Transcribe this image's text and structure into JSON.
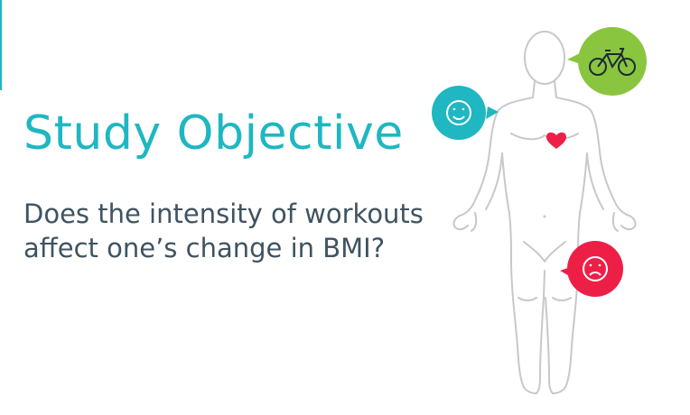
{
  "slide": {
    "title": "Study Objective",
    "question_lines": [
      "Does the intensity of workouts",
      "affect one’s change in BMI?"
    ]
  },
  "icons": {
    "bike": "bicycle-icon",
    "happy": "smiley-face-icon",
    "sad": "sad-face-icon",
    "heart": "heart-icon",
    "body": "human-body-outline-icon"
  },
  "colors": {
    "accent": "#1fb7c1",
    "text": "#3f5360",
    "green": "#8ac53f",
    "red": "#ee1f47",
    "outline": "#c8c8c8"
  }
}
